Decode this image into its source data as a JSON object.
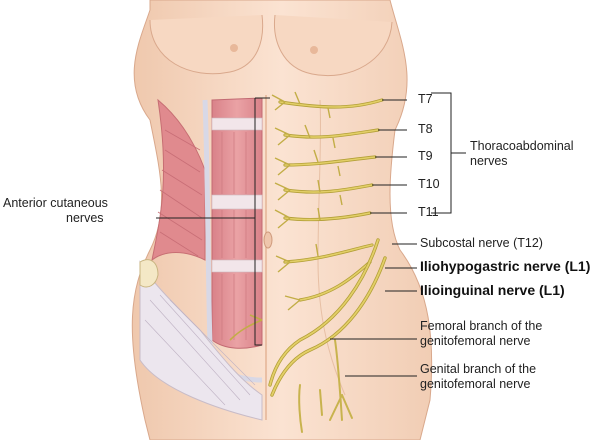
{
  "labels": {
    "t7": "T7",
    "t8": "T8",
    "t9": "T9",
    "t10": "T10",
    "t11": "T11",
    "thoracoabdominal": [
      "Thoracoabdominal",
      "nerves"
    ],
    "anterior_cutaneous": [
      "Anterior cutaneous",
      "nerves"
    ],
    "subcostal": "Subcostal nerve (T12)",
    "iliohypogastric": "Iliohypogastric nerve (L1)",
    "ilioinguinal": "Ilioinguinal nerve (L1)",
    "femoral_branch": [
      "Femoral branch of the",
      "genitofemoral nerve"
    ],
    "genital_branch": [
      "Genital branch of the",
      "genitofemoral nerve"
    ]
  },
  "colors": {
    "skin": "#f8dcc8",
    "skin_shadow": "#eec4a8",
    "muscle": "#e2969a",
    "muscle_stripe": "#c96f76",
    "fascia": "#e9e3e8",
    "nerve": "#d6c35a",
    "nerve_outline": "#9c8a2a"
  }
}
